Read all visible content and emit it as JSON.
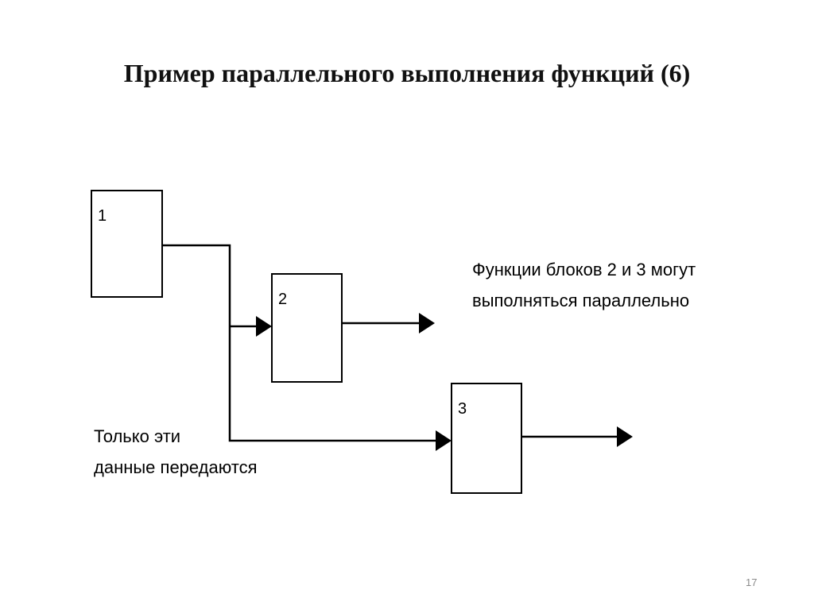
{
  "slide": {
    "title": "Пример параллельного выполнения функций (6)",
    "page_number": "17"
  },
  "diagram": {
    "blocks": [
      {
        "label": "1"
      },
      {
        "label": "2"
      },
      {
        "label": "3"
      }
    ],
    "note_parallel": {
      "line1": "Функции блоков 2 и 3 могут",
      "line2": "выполняться параллельно"
    },
    "note_data": {
      "line1": "Только эти",
      "line2": "данные передаются"
    }
  }
}
